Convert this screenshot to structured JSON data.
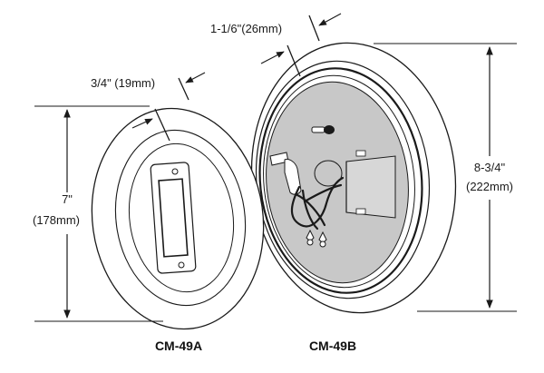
{
  "models": {
    "a": "CM-49A",
    "b": "CM-49B"
  },
  "dimensions": {
    "a_depth": "3/4\" (19mm)",
    "a_height_in": "7\"",
    "a_height_mm": "(178mm)",
    "b_depth": "1-1/6\"(26mm)",
    "b_height_in": "8-3/4\"",
    "b_height_mm": "(222mm)"
  },
  "colors": {
    "line": "#1a1a1a",
    "interior": "#c8c8c8",
    "background": "#ffffff"
  }
}
